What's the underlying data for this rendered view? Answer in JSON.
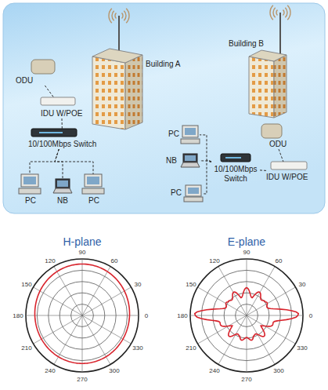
{
  "diagram": {
    "nodes": [
      {
        "text": [
          "Building A"
        ]
      },
      {
        "text": [
          "ODU"
        ]
      },
      {
        "text": [
          "IDU W/POE"
        ]
      },
      {
        "text": [
          "10/100Mbps Switch"
        ]
      },
      {
        "text": [
          "PC"
        ]
      },
      {
        "text": [
          "NB"
        ]
      },
      {
        "text": [
          "PC"
        ]
      },
      {
        "text": [
          "Building B"
        ]
      },
      {
        "text": [
          "ODU"
        ]
      },
      {
        "text": [
          "IDU W/POE"
        ]
      },
      {
        "text": [
          "10/100Mbps Switch"
        ]
      },
      {
        "text": [
          "PC"
        ]
      },
      {
        "text": [
          "NB"
        ]
      },
      {
        "text": [
          "PC"
        ]
      }
    ],
    "edges": [
      {
        "from": 1,
        "to": 2,
        "arrow": "none"
      },
      {
        "from": 2,
        "to": 3,
        "arrow": "none"
      },
      {
        "from": 3,
        "to": 4,
        "arrow": "none"
      },
      {
        "from": 3,
        "to": 5,
        "arrow": "none"
      },
      {
        "from": 3,
        "to": 6,
        "arrow": "none"
      },
      {
        "from": 8,
        "to": 9,
        "arrow": "none"
      },
      {
        "from": 9,
        "to": 10,
        "arrow": "none"
      },
      {
        "from": 10,
        "to": 11,
        "arrow": "none"
      },
      {
        "from": 10,
        "to": 12,
        "arrow": "none"
      },
      {
        "from": 10,
        "to": 13,
        "arrow": "none"
      }
    ],
    "labels": [
      "H-plane",
      "E-plane",
      "90",
      "120",
      "60",
      "150",
      "30",
      "180",
      "0",
      "210",
      "330",
      "240",
      "300",
      "270",
      "90",
      "120",
      "60",
      "150",
      "30",
      "180",
      "0",
      "210",
      "330",
      "240",
      "300",
      "270"
    ]
  }
}
